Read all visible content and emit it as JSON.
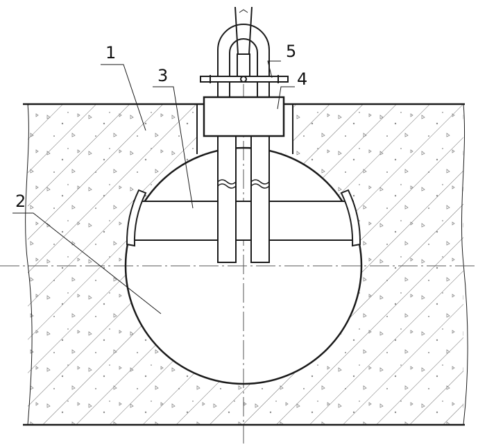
{
  "colors": {
    "line": "#1a1a1a",
    "centerline": "#555555",
    "hatch": "#6e6e6e",
    "speckle": "#8a8a8a",
    "background": "#ffffff"
  },
  "labels": [
    {
      "id": "1",
      "text": "1"
    },
    {
      "id": "2",
      "text": "2"
    },
    {
      "id": "3",
      "text": "3"
    },
    {
      "id": "4",
      "text": "4"
    },
    {
      "id": "5",
      "text": "5"
    }
  ]
}
